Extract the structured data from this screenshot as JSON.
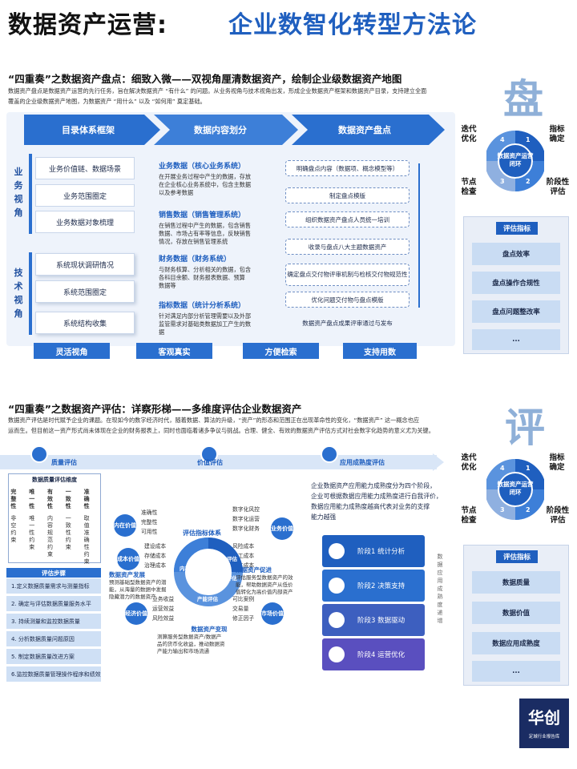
{
  "title": {
    "part1": "数据资产运营:",
    "part2": "企业数智化转型方法论"
  },
  "section1": {
    "heading": "“四重奏”之数据资产盘点：细致入微——双视角厘清数据资产，绘制企业级数据资产地图",
    "intro_lines": [
      "数据资产盘点是数据资产运营的先行任务，旨在解决数据资产  “有什么” 的问题。从业务视角与技术视角出发，形成企业数据资产框架和数据资产目录，支持建立全面",
      "覆盖的企业级数据资产地图，为数据资产 “用什么” 以及 “如何用” 奠定基础。"
    ],
    "big_char": "盘",
    "chevrons": [
      "目录体系框架",
      "数据内容划分",
      "数据资产盘点"
    ],
    "business_view": "业务视角",
    "tech_view": "技术视角",
    "business_items": [
      "业务价值链、数据场景",
      "业务范围圈定",
      "业务数据对象梳理"
    ],
    "tech_items": [
      "系统现状调研情况",
      "系统范围圈定",
      "系统结构收集"
    ],
    "middle": [
      {
        "heading": "业务数据（核心业务系统）",
        "text": [
          "在开展业务过程中产生的数据，存放",
          "在企业核心业务系统中，包含主数据",
          "以及参考数据"
        ]
      },
      {
        "heading": "销售数据（销售管理系统）",
        "text": [
          "在销售过程中产生的数据，包含销售",
          "数据、市场占有率等信息，反映销售",
          "情况，存放在销售管理系统"
        ]
      },
      {
        "heading": "财务数据（财务系统）",
        "text": [
          "与财务核算、分析相关的数据，包含",
          "各科目余额、财务报表数据、预算",
          "数据等"
        ]
      },
      {
        "heading": "指标数据（统计分析系统）",
        "text": [
          "针对满足内部分析管理需要以及外部",
          "监管需求对基础类数据加工产生的数",
          "据"
        ]
      }
    ],
    "steps": [
      "明确盘点内容（数据项、概念模型等）",
      "制定盘点模版",
      "组织数据资产盘点人员统一培训",
      "收录与盘点八大主题数据资产",
      "确定盘点交付物评审机制与检核交付物规范性",
      "优化问题交付物与盘点模版"
    ],
    "step_final": "数据资产盘点成果评审通过与发布",
    "bottom_tags": [
      "灵活视角",
      "客观真实",
      "方便检索",
      "支持用数"
    ],
    "cycle": {
      "center": "数据资产运营闭环",
      "labels": [
        "迭代优化",
        "指标确定",
        "阶段性评估",
        "节点检查"
      ],
      "numbers": [
        "4",
        "1",
        "2",
        "3"
      ]
    },
    "indicators": {
      "head": "评估指标",
      "items": [
        "盘点效率",
        "盘点操作合规性",
        "盘点问题整改率",
        "..."
      ]
    }
  },
  "section2": {
    "heading": "“四重奏”之数据资产评估：详察形梯——多维度评估企业数据资产",
    "intro_lines": [
      "数据资产评估是时代赋予企业的课题。在现如今的数字经济时代，随着数据、算法的升级，“资产”的形态和范围正在出现革命性的变化，“数据资产” 这一概念也应",
      "运而生。但目前这一资产形式尚未体现在企业的财务报表上，同时也面临着诸多争议与挑战。合理、健全、有效的数据资产评估方式对社会数字化趋势的意义尤为关键。"
    ],
    "big_char": "评",
    "band_labels": [
      "质量评估",
      "价值评估",
      "应用成熟度评估"
    ],
    "quality": {
      "dimension_head": "数据质量评估维度",
      "columns": [
        {
          "name": "完整性",
          "desc": "非空约束"
        },
        {
          "name": "唯一性",
          "desc": "唯一性约束"
        },
        {
          "name": "有效性",
          "desc": "内容规范约束"
        },
        {
          "name": "一致性",
          "desc": "一致性约束"
        },
        {
          "name": "准确性",
          "desc": "取值准确性约束"
        }
      ],
      "steps_head": "评估步骤",
      "steps": [
        "1.定义数据质量需求与测量指标",
        "2. 确定与评估数据质量服务水平",
        "3. 持续测量和监控数据质量",
        "4. 分析数据质量问题原因",
        "5. 制定数据质量改进方案",
        "6.监控数据质量管理操作程序和绩效"
      ]
    },
    "value": {
      "center": "评估指标体系",
      "ring_labels": [
        "内在评估",
        "成本评估",
        "市场评估",
        "产能评估"
      ],
      "badges": [
        "内在价值",
        "成本价值",
        "经济价值",
        "业务价值",
        "市场价值"
      ],
      "left_bullets_1": [
        "准确性",
        "完整性",
        "可用性"
      ],
      "left_bullets_2": [
        "建设成本",
        "存储成本",
        "治理成本"
      ],
      "left_bullets_3": [
        "业务收益",
        "运营效益",
        "风险效益"
      ],
      "right_bullets_1": [
        "数字化风控",
        "数字化运营",
        "数字化财务"
      ],
      "right_bullets_2": [
        "风险成本",
        "加工成本",
        "人工成本"
      ],
      "right_bullets_3": [
        "可比案例",
        "交易量",
        "修正因子"
      ],
      "dev_left_head": "数据资产发展",
      "dev_left_text": [
        "预测基础型数据资产的潜",
        "能，从海量的数据中发掘",
        "隐藏潜力的数据资产"
      ],
      "dev_right_head": "数据资产促进",
      "dev_right_text": [
        "评估服务型数据资产的效",
        "能，帮助数据资产从低价",
        "值转化为高价值内部资产"
      ],
      "dev_bottom_head": "数据资产变现",
      "dev_bottom_text": [
        "测算服务型数据资产/数据产",
        "品的货币化收益，推动数据资",
        "产能力输出和市场流通"
      ]
    },
    "maturity": {
      "text": [
        "企业数据资产应用能力成熟度分为四个阶段，",
        "企业可根据数据应用能力成熟度进行自我评价，",
        "数据应用能力成熟度越高代表对业务的支撑",
        "能力越强"
      ],
      "stages": [
        "阶段1 统计分析",
        "阶段2 决策支持",
        "阶段3 数据驱动",
        "阶段4 运营优化"
      ],
      "vertical_label": "数据应用成熟度递增"
    },
    "cycle": {
      "center": "数据资产运营闭环",
      "labels": [
        "迭代优化",
        "指标确定",
        "阶段性评估",
        "节点检查"
      ],
      "numbers": [
        "4",
        "1",
        "2",
        "3"
      ]
    },
    "indicators": {
      "head": "评估指标",
      "items": [
        "数据质量",
        "数据价值",
        "数据应用成熟度",
        "..."
      ]
    }
  },
  "stamp": {
    "line1": "华创",
    "line2": "定城行业报告库"
  },
  "colors": {
    "primary": "#1f5fbf",
    "light": "#c9dcf3",
    "dark": "#1a2c63"
  }
}
